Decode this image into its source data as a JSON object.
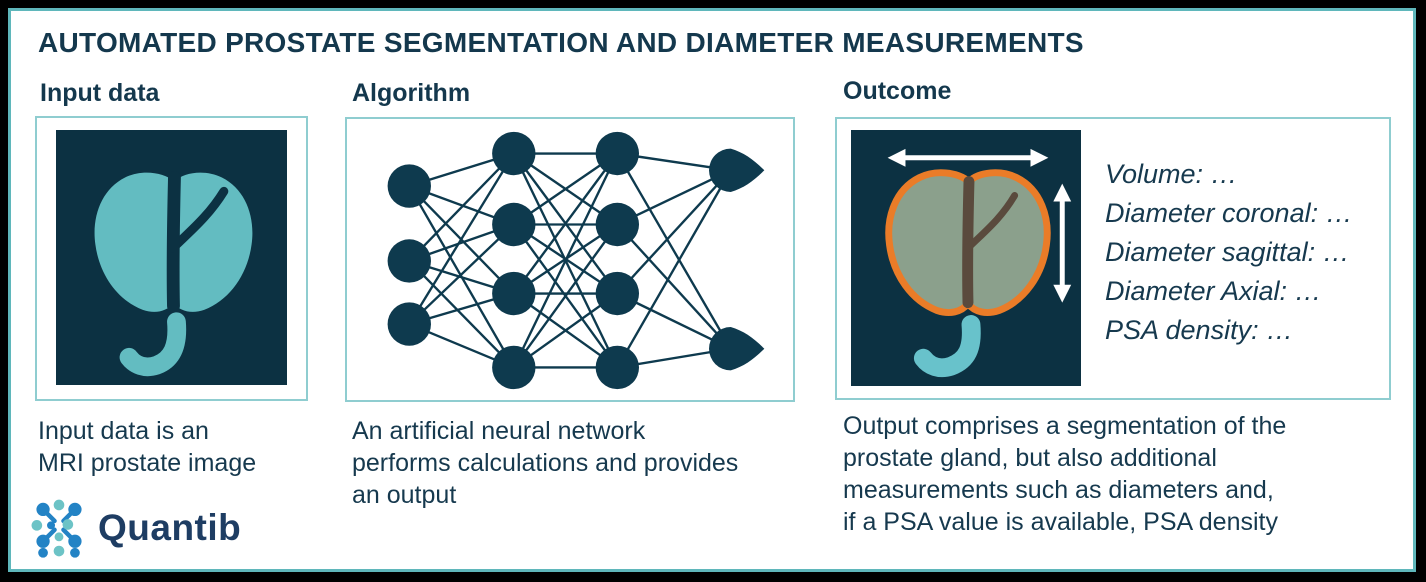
{
  "title": "AUTOMATED PROSTATE SEGMENTATION AND DIAMETER MEASUREMENTS",
  "sections": {
    "input": {
      "header": "Input data",
      "caption": "Input data is an\nMRI prostate image"
    },
    "algorithm": {
      "header": "Algorithm",
      "caption": "An artificial neural network\nperforms calculations and provides\nan output"
    },
    "outcome": {
      "header": "Outcome",
      "caption": "Output comprises a segmentation of the\nprostate gland, but also additional\nmeasurements such as diameters and,\nif a PSA value is available, PSA density",
      "measurements": [
        "Volume: …",
        "Diameter coronal: …",
        "Diameter sagittal: …",
        "Diameter Axial: …",
        "PSA density: …"
      ]
    }
  },
  "network": {
    "layers": [
      3,
      4,
      4,
      2
    ]
  },
  "logo": {
    "text": "Quantib"
  },
  "icons": [
    "prostate-mri-icon",
    "neural-network-icon",
    "segmented-prostate-icon",
    "coronal-diameter-arrow-icon",
    "sagittal-diameter-arrow-icon",
    "quantib-logo-mark-icon"
  ],
  "colors": {
    "frame_black": "#000000",
    "frame_teal": "#5fb7bb",
    "panel_border": "#8fcdd0",
    "navy": "#0c3142",
    "ink": "#0e3a4e",
    "text_dark": "#16394e",
    "gland_teal": "#63bcc1",
    "sage": "#8ba08c",
    "orange": "#ea7c28",
    "brown": "#5a4a3d",
    "stem_teal": "#68c2cb",
    "arrow_white": "#ffffff",
    "logo_blue": "#2383c5",
    "logo_teal": "#6cc3c6",
    "logo_text": "#1e3d63"
  }
}
